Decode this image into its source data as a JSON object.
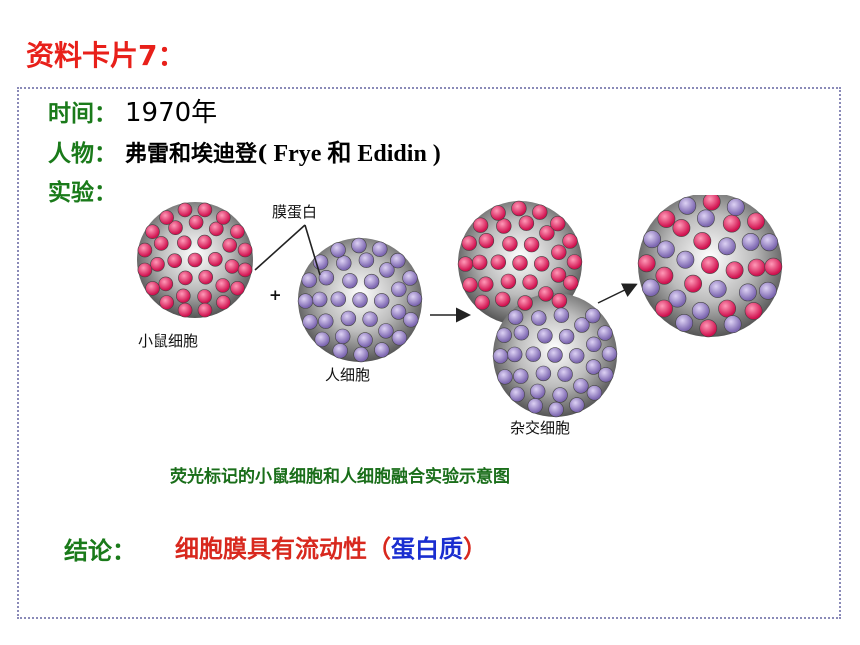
{
  "title": "资料卡片7：",
  "time": {
    "label": "时间：",
    "value": "1970年"
  },
  "person": {
    "label": "人物：",
    "value_cn": "弗雷和埃迪登(",
    "value_en": " Frye 和 Edidin )"
  },
  "experiment": {
    "label": "实验："
  },
  "diagram": {
    "protein_label": "膜蛋白",
    "plus": "+",
    "mouse_cell": "小鼠细胞",
    "human_cell": "人细胞",
    "hybrid_cell": "杂交细胞",
    "colors": {
      "mouse_protein": "#e0336b",
      "human_protein": "#9a86c8",
      "cell_body": "#8a8a8a"
    }
  },
  "caption": "荧光标记的小鼠细胞和人细胞融合实验示意图",
  "conclusion": {
    "label": "结论：",
    "text": "细胞膜具有流动性（",
    "highlight": "蛋白质",
    "close": "）"
  }
}
